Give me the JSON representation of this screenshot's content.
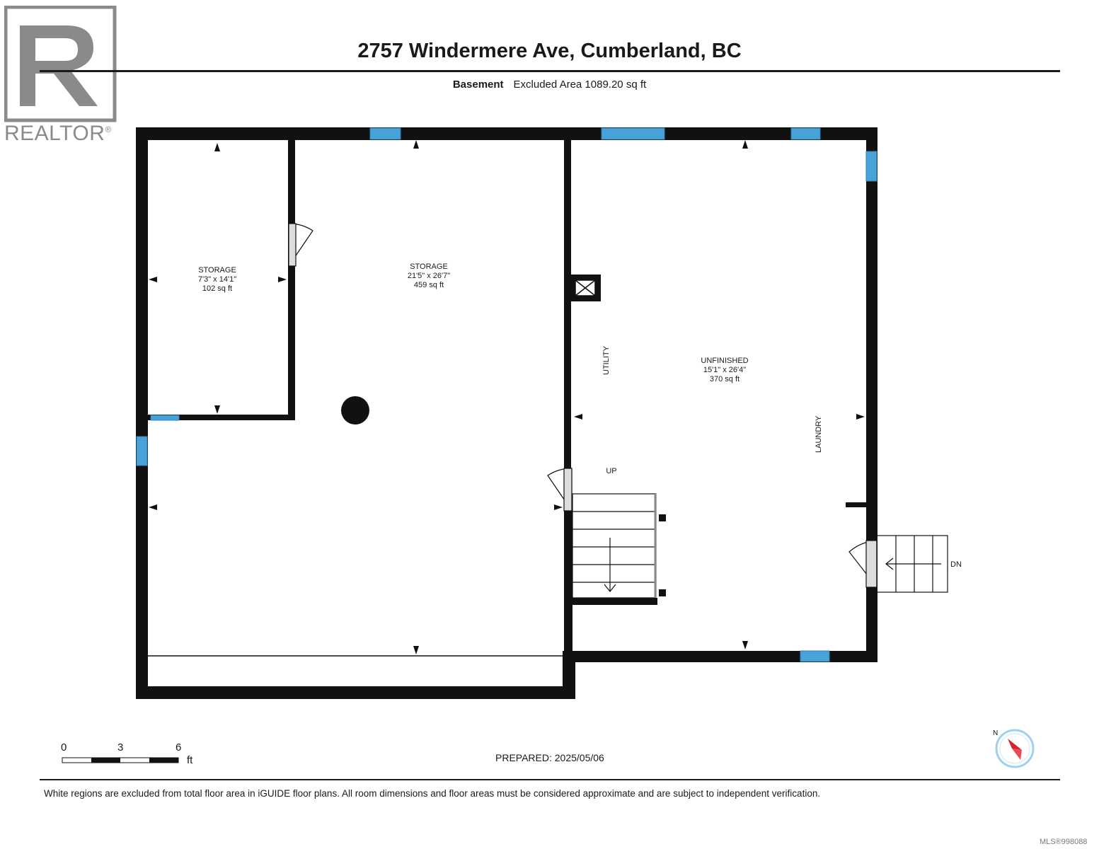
{
  "header": {
    "title": "2757 Windermere Ave, Cumberland, BC",
    "level": "Basement",
    "excluded_area": "Excluded Area 1089.20 sq ft"
  },
  "logo": {
    "wordmark": "REALTOR",
    "registered": "®"
  },
  "rooms": {
    "storage_small": {
      "name": "STORAGE",
      "dims": "7'3\" x 14'1\"",
      "area": "102 sq ft"
    },
    "storage_large": {
      "name": "STORAGE",
      "dims": "21'5\" x 26'7\"",
      "area": "459 sq ft"
    },
    "unfinished": {
      "name": "UNFINISHED",
      "dims": "15'1\" x 26'4\"",
      "area": "370 sq ft"
    }
  },
  "labels": {
    "utility": "UTILITY",
    "laundry": "LAUNDRY",
    "stair_up": "UP",
    "stair_down": "DN"
  },
  "scale": {
    "ticks": [
      "0",
      "3",
      "6"
    ],
    "unit": "ft"
  },
  "compass": {
    "north": "N"
  },
  "footer": {
    "prepared": "PREPARED: 2025/05/06",
    "disclaimer": "White regions are excluded from total floor area in iGUIDE floor plans. All room dimensions and floor areas must be considered approximate and are subject to independent verification.",
    "mls": "MLS®998088"
  },
  "colors": {
    "wall": "#111111",
    "window": "#4aa3d8",
    "logo_gray": "#8a8a8a",
    "door_fill": "#dddddd",
    "compass_red": "#d6232a",
    "compass_ring": "#9fd0ee"
  }
}
